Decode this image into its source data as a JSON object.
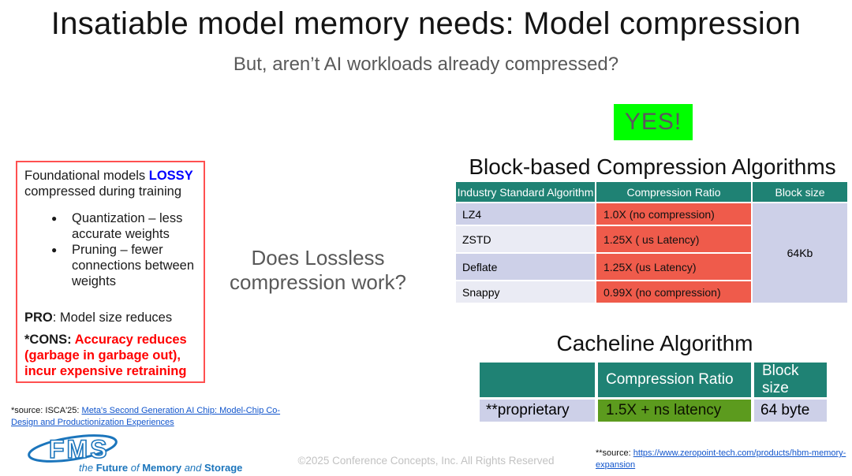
{
  "slide": {
    "title": "Insatiable model memory needs: Model compression",
    "subtitle": "But, aren’t AI workloads already compressed?",
    "yes_label": "YES!",
    "question_line1": "Does Lossless",
    "question_line2": "compression work?",
    "colors": {
      "yes_bg": "#00ff00",
      "table_header_teal": "#1f8274",
      "row_lavender_dark": "#cdd0e8",
      "row_lavender_light": "#eaebf4",
      "ratio_red": "#ef5b4b",
      "ratio_green": "#5c9b1e",
      "link_blue": "#1155cc",
      "lossy_blue": "#0000ff",
      "cons_red": "#ff0000",
      "box_border_red": "#ff5050",
      "fms_blue": "#1b75bc"
    }
  },
  "lossy_box": {
    "intro_pre": "Foundational models ",
    "intro_highlight": "LOSSY",
    "intro_rest": " compressed  during training",
    "bullet_glyph": "●",
    "bullets": [
      "Quantization – less accurate weights",
      "Pruning – fewer connections between weights"
    ],
    "pro_label": "PRO",
    "pro_rest": ": Model size reduces",
    "cons_label": "*CONS",
    "cons_colon": ": ",
    "cons_text": "Accuracy reduces (garbage in garbage out), incur expensive retraining"
  },
  "block_table": {
    "title": "Block-based Compression Algorithms",
    "headers": [
      "Industry Standard Algorithm",
      "Compression Ratio",
      "Block size"
    ],
    "rows": [
      {
        "name": "LZ4",
        "ratio": "1.0X (no compression)"
      },
      {
        "name": "ZSTD",
        "ratio": "1.25X ( us Latency)"
      },
      {
        "name": "Deflate",
        "ratio": "1.25X (us Latency)"
      },
      {
        "name": "Snappy",
        "ratio": "0.99X (no compression)"
      }
    ],
    "block_size": "64Kb"
  },
  "cacheline_table": {
    "title": "Cacheline Algorithm",
    "headers": [
      "",
      "Compression Ratio",
      "Block size"
    ],
    "row": {
      "name": "**proprietary",
      "ratio": "1.5X + ns latency",
      "block_size": "64 byte"
    }
  },
  "footer": {
    "source1_prefix": "*source: ISCA'25: ",
    "source1_link": "Meta's Second Generation AI Chip: Model-Chip Co-Design and Productionization Experiences",
    "copyright": "©2025 Conference Concepts, Inc. All Rights Reserved",
    "source2_prefix": "**source: ",
    "source2_link": "https://www.zeropoint-tech.com/products/hbm-memory-expansion",
    "logo": {
      "name": "FMS",
      "tagline": {
        "the": "the ",
        "future": "Future ",
        "of": "of ",
        "memory": "Memory ",
        "and": "and ",
        "storage": "Storage"
      }
    }
  }
}
